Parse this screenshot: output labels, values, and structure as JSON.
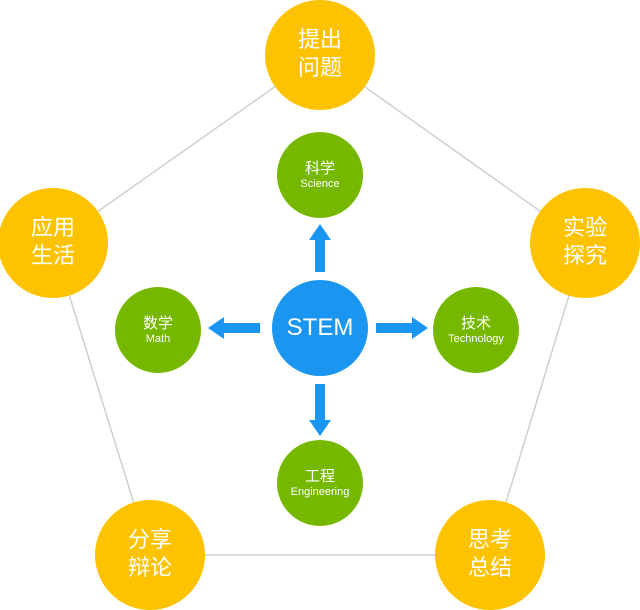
{
  "center": {
    "label": "STEM",
    "color": "#1a96f0"
  },
  "subjects": [
    {
      "zh": "科学",
      "en": "Science"
    },
    {
      "zh": "数学",
      "en": "Math"
    },
    {
      "zh": "技术",
      "en": "Technology"
    },
    {
      "zh": "工程",
      "en": "Engineering"
    }
  ],
  "process": [
    {
      "line1": "提出",
      "line2": "问题"
    },
    {
      "line1": "实验",
      "line2": "探究"
    },
    {
      "line1": "思考",
      "line2": "总结"
    },
    {
      "line1": "分享",
      "line2": "辩论"
    },
    {
      "line1": "应用",
      "line2": "生活"
    }
  ],
  "colors": {
    "process": "#fdc300",
    "subject": "#76b800",
    "arrow": "#1a96f0",
    "line": "#cccccc"
  }
}
